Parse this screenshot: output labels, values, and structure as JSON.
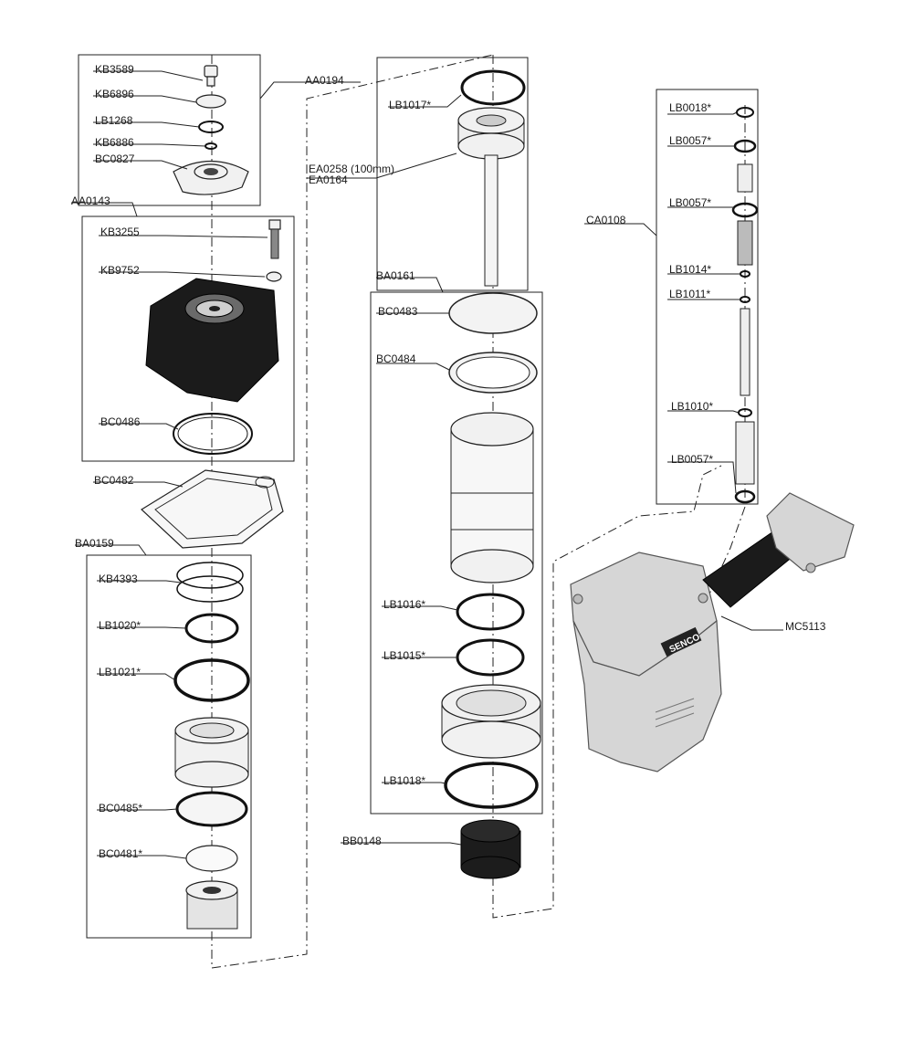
{
  "brand": "SENCO",
  "parts": {
    "kb3589": "KB3589",
    "kb6896": "KB6896",
    "lb1268": "LB1268",
    "kb6886": "KB6886",
    "bc0827": "BC0827",
    "aa0194": "AA0194",
    "aa0143": "AA0143",
    "kb3255": "KB3255",
    "kb9752": "KB9752",
    "bc0486": "BC0486",
    "bc0482": "BC0482",
    "ba0159": "BA0159",
    "kb4393": "KB4393",
    "lb1020": "LB1020*",
    "lb1021": "LB1021*",
    "bc0485": "BC0485*",
    "bc0481": "BC0481*",
    "lb1017": "LB1017*",
    "ea0258": "EA0258 (100mm)",
    "ea0164": "EA0164",
    "ba0161": "BA0161",
    "bc0483": "BC0483",
    "bc0484": "BC0484",
    "lb1016": "LB1016*",
    "lb1015": "LB1015*",
    "lb1018": "LB1018*",
    "bb0148": "BB0148",
    "lb0018": "LB0018*",
    "lb0057a": "LB0057*",
    "lb0057b": "LB0057*",
    "ca0108": "CA0108",
    "lb1014": "LB1014*",
    "lb1011": "LB1011*",
    "lb1010": "LB1010*",
    "lb0057c": "LB0057*",
    "mc5113": "MC5113"
  }
}
